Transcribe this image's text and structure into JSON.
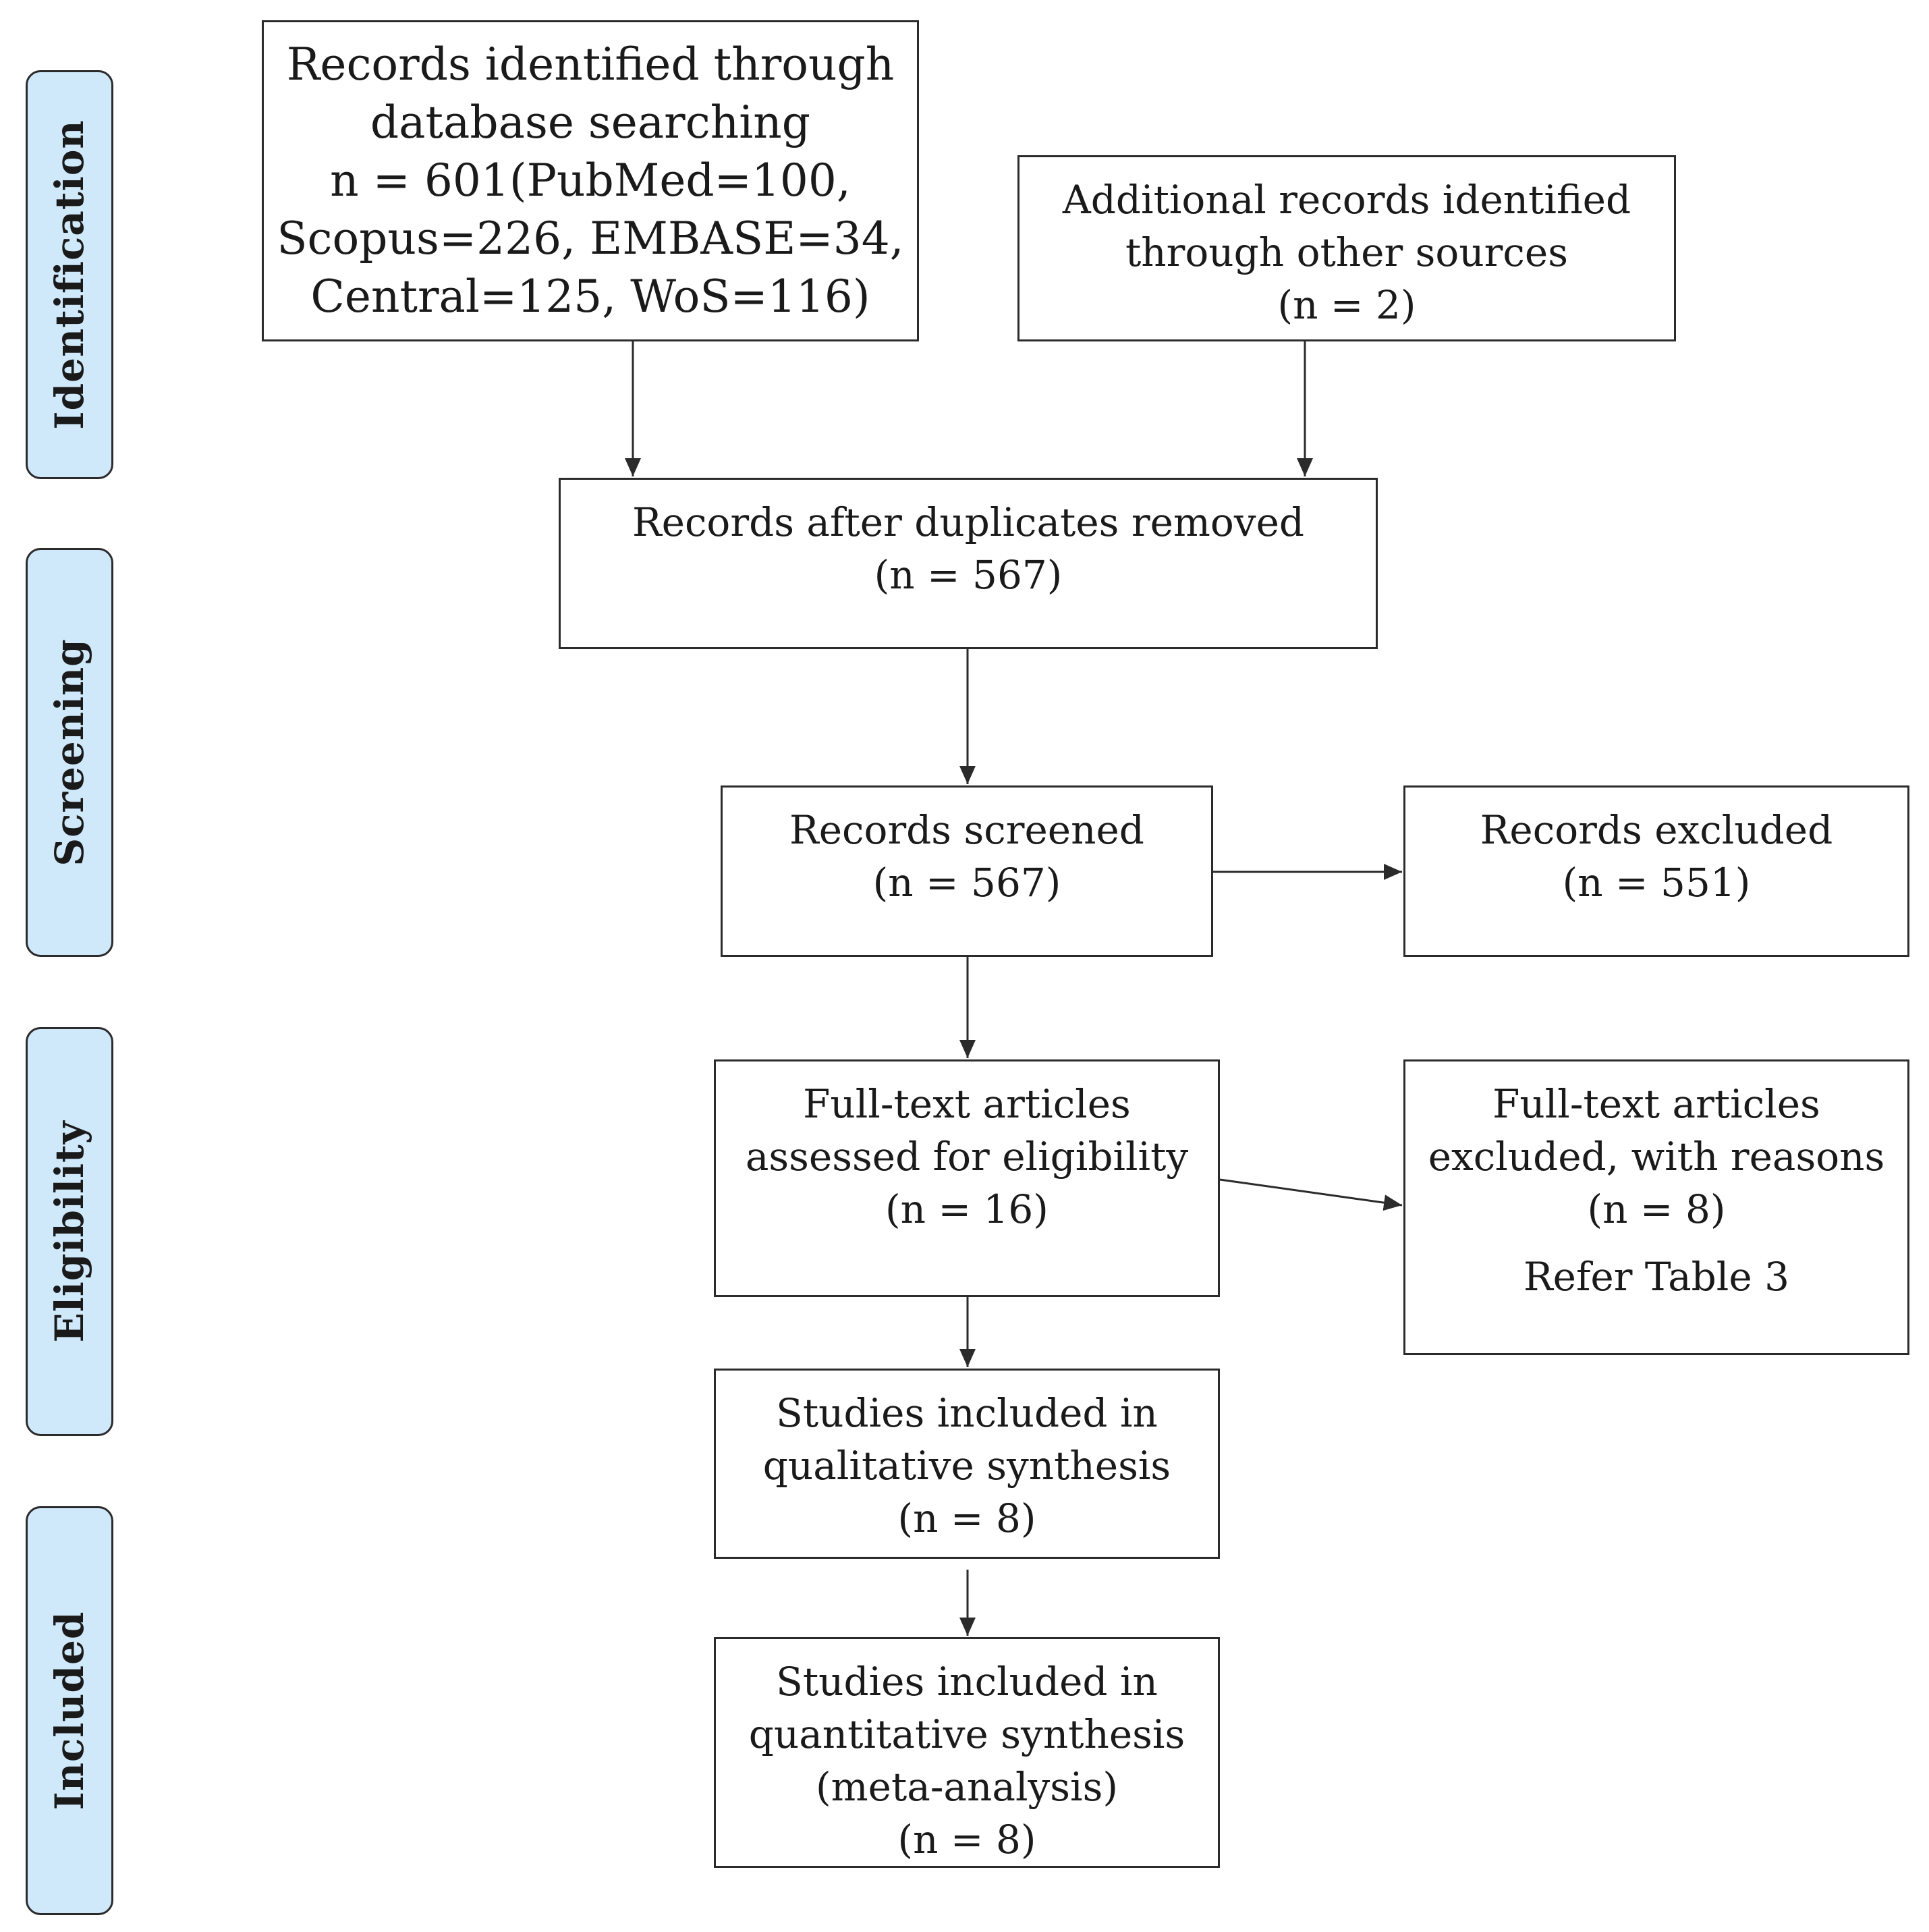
{
  "stages": {
    "identification": "Identification",
    "screening": "Screening",
    "eligibility": "Eligibility",
    "included": "Included"
  },
  "boxes": {
    "database_search": {
      "lines": [
        "Records identified through",
        "database searching",
        "n = 601(PubMed=100,",
        "Scopus=226, EMBASE=34,",
        "Central=125, WoS=116)"
      ]
    },
    "other_sources": {
      "lines": [
        "Additional records identified",
        "through other sources",
        "(n = 2)"
      ]
    },
    "duplicates_removed": {
      "lines": [
        "Records after duplicates removed",
        "(n = 567)"
      ]
    },
    "records_screened": {
      "lines": [
        "Records screened",
        "(n = 567)"
      ]
    },
    "records_excluded": {
      "lines": [
        "Records excluded",
        "(n = 551)"
      ]
    },
    "fulltext_assessed": {
      "lines": [
        "Full-text articles",
        "assessed for eligibility",
        "(n = 16)"
      ]
    },
    "fulltext_excluded": {
      "lines": [
        "Full-text articles",
        "excluded, with reasons",
        "(n = 8)"
      ],
      "note": "Refer Table 3"
    },
    "qualitative": {
      "lines": [
        "Studies included in",
        "qualitative synthesis",
        "(n = 8)"
      ]
    },
    "quantitative": {
      "lines": [
        "Studies included in",
        "quantitative synthesis",
        "(meta-analysis)",
        "(n = 8)"
      ]
    }
  },
  "colors": {
    "stage_fill": "#cfe9fb",
    "border": "#2b2b2b",
    "text": "#1a1a1a"
  }
}
